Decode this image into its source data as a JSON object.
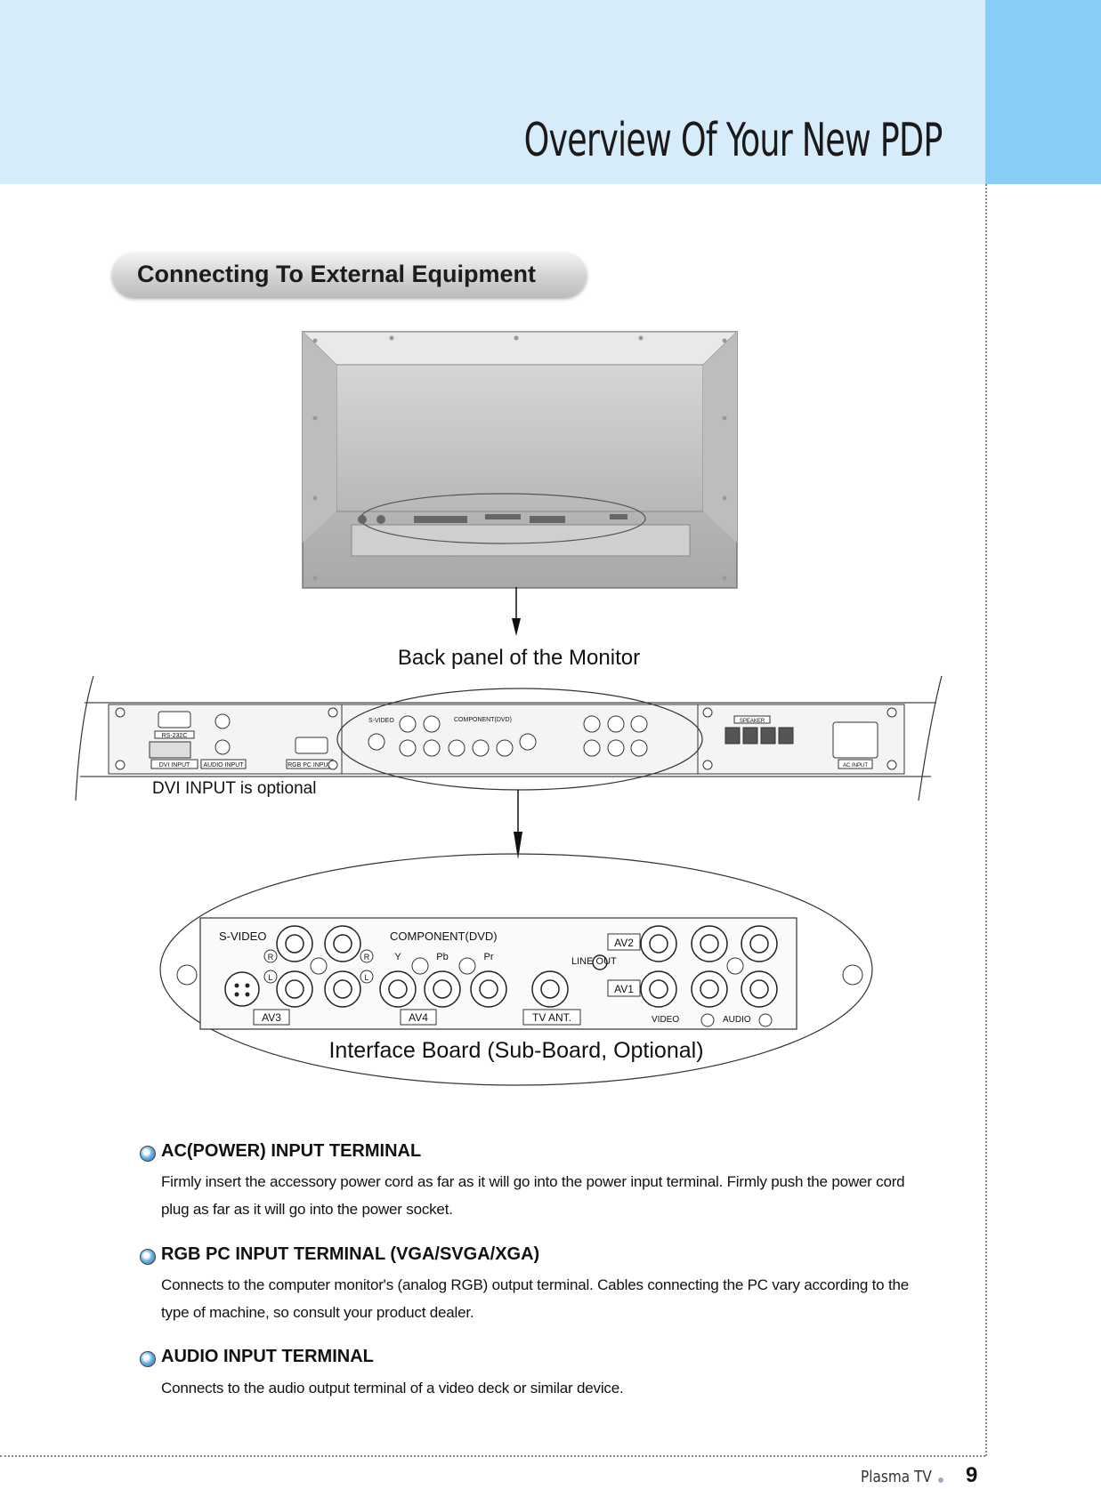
{
  "header": {
    "title": "Overview Of Your New PDP"
  },
  "section_pill": "Connecting To External Equipment",
  "diagram": {
    "back_panel_caption": "Back panel of the Monitor",
    "dvi_note": "DVI INPUT is optional",
    "interface_caption": "Interface Board (Sub-Board, Optional)",
    "panel_labels": {
      "rs232c": "RS-232C",
      "dvi_input": "DVI INPUT",
      "audio_input": "AUDIO INPUT",
      "rgb_pc_input": "RGB PC INPUT",
      "s_video": "S-VIDEO",
      "component": "COMPONENT(DVD)",
      "av2": "AV2",
      "av1": "AV1",
      "av3": "AV3",
      "av4": "AV4",
      "tv_ant": "TV ANT.",
      "line_out": "LINE OUT",
      "video": "VIDEO",
      "audio": "AUDIO",
      "speaker": "SPEAKER",
      "ac_input": "AC INPUT",
      "y": "Y",
      "pb": "Pb",
      "pr": "Pr",
      "r": "R",
      "l": "L"
    }
  },
  "sections": [
    {
      "title": "AC(POWER) INPUT TERMINAL",
      "body": "Firmly insert the accessory power cord as far as it will go into the power input terminal. Firmly push the power cord plug as far as it will go into the power socket."
    },
    {
      "title": "RGB PC INPUT TERMINAL (VGA/SVGA/XGA)",
      "body": "Connects to the computer monitor's (analog RGB) output terminal. Cables connecting the PC vary according to the type of machine, so consult your product dealer."
    },
    {
      "title": "AUDIO INPUT TERMINAL",
      "body": "Connects to the audio output terminal of a video deck or similar device."
    }
  ],
  "footer": {
    "brand": "Plasma TV",
    "page_number": "9"
  },
  "colors": {
    "header_bg": "#d7ecfb",
    "header_tab": "#88cdf6"
  }
}
